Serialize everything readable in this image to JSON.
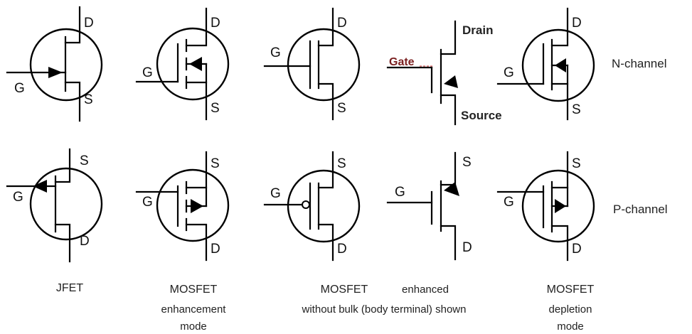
{
  "pins": {
    "drain": "D",
    "source": "S",
    "gate": "G"
  },
  "labeled": {
    "drain": "Drain",
    "gate": "Gate",
    "source": "Source"
  },
  "rows": {
    "n": "N-channel",
    "p": "P-channel"
  },
  "captions": {
    "jfet": "JFET",
    "mosfet_enh": {
      "line1": "MOSFET",
      "line2": "enhancement",
      "line3": "mode"
    },
    "mosfet_nobulk": {
      "line1": "MOSFET",
      "line2": "without bulk (body terminal) shown"
    },
    "enhanced": "enhanced",
    "mosfet_dep": {
      "line1": "MOSFET",
      "line2": "depletion",
      "line3": "mode"
    }
  }
}
